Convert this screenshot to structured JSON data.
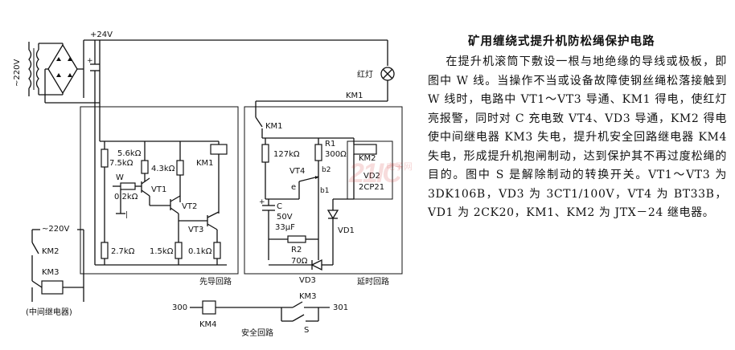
{
  "text": {
    "title": "矿用缠绕式提升机防松绳保护电路",
    "body": "在提升机滚筒下敷设一根与地绝缘的导线或极板，即图中 W 线。当操作不当或设备故障使钢丝绳松落接触到 W 线时，电路中 VT1～VT3 导通、KM1 得电，使红灯亮报警，同时对 C 充电致 VT4、VD3 导通，KM2 得电使中间继电器 KM3 失电，提升机安全回路继电器 KM4 失电，形成提升机抱闸制动，达到保护其不再过度松绳的目的。图中 S 是解除制动的转换开关。VT1～VT3 为 3DK106B，VD3 为 3CT1/100V，VT4 为 BT33B，VD1 为 2CK20，KM1、KM2 为 JTX－24 继电器。"
  },
  "schematic": {
    "supply_ac": "~220V",
    "supply_dc": "+24V",
    "red_lamp": "红灯",
    "km1_contact_top": "KM1",
    "pilot": {
      "r_top_a": "5.6kΩ",
      "r_top_b": "7.5kΩ",
      "w": "W",
      "pot": "0.2kΩ",
      "vt1": "VT1",
      "r_43": "4.3kΩ",
      "km1": "KM1",
      "vt2": "VT2",
      "vt3": "VT3",
      "r_27": "2.7kΩ",
      "r_15": "1.5kΩ",
      "r_01": "0.1kΩ",
      "label": "先导回路"
    },
    "delay": {
      "km1_contact": "KM1",
      "r_127": "127kΩ",
      "r1": "R1",
      "r1_val": "300Ω",
      "km2": "KM2",
      "vd2": "VD2",
      "vd2_part": "2CP21",
      "vt4": "VT4",
      "e": "e",
      "b2": "b2",
      "b1": "b1",
      "c": "C",
      "c_v": "50V",
      "c_uf": "33μF",
      "vd1": "VD1",
      "r2": "R2",
      "r2_val": "70Ω",
      "vd3": "VD3",
      "label": "延时回路"
    },
    "km3_circuit": {
      "supply": "~220V",
      "km2": "KM2",
      "km3": "KM3",
      "note": "(中间继电器)"
    },
    "safety": {
      "t300_left": "300",
      "km4": "KM4",
      "km3": "KM3",
      "t301": "301",
      "s": "S",
      "label": "安全回路"
    }
  },
  "watermark": {
    "logo": "21IC",
    "site": "电子网"
  }
}
